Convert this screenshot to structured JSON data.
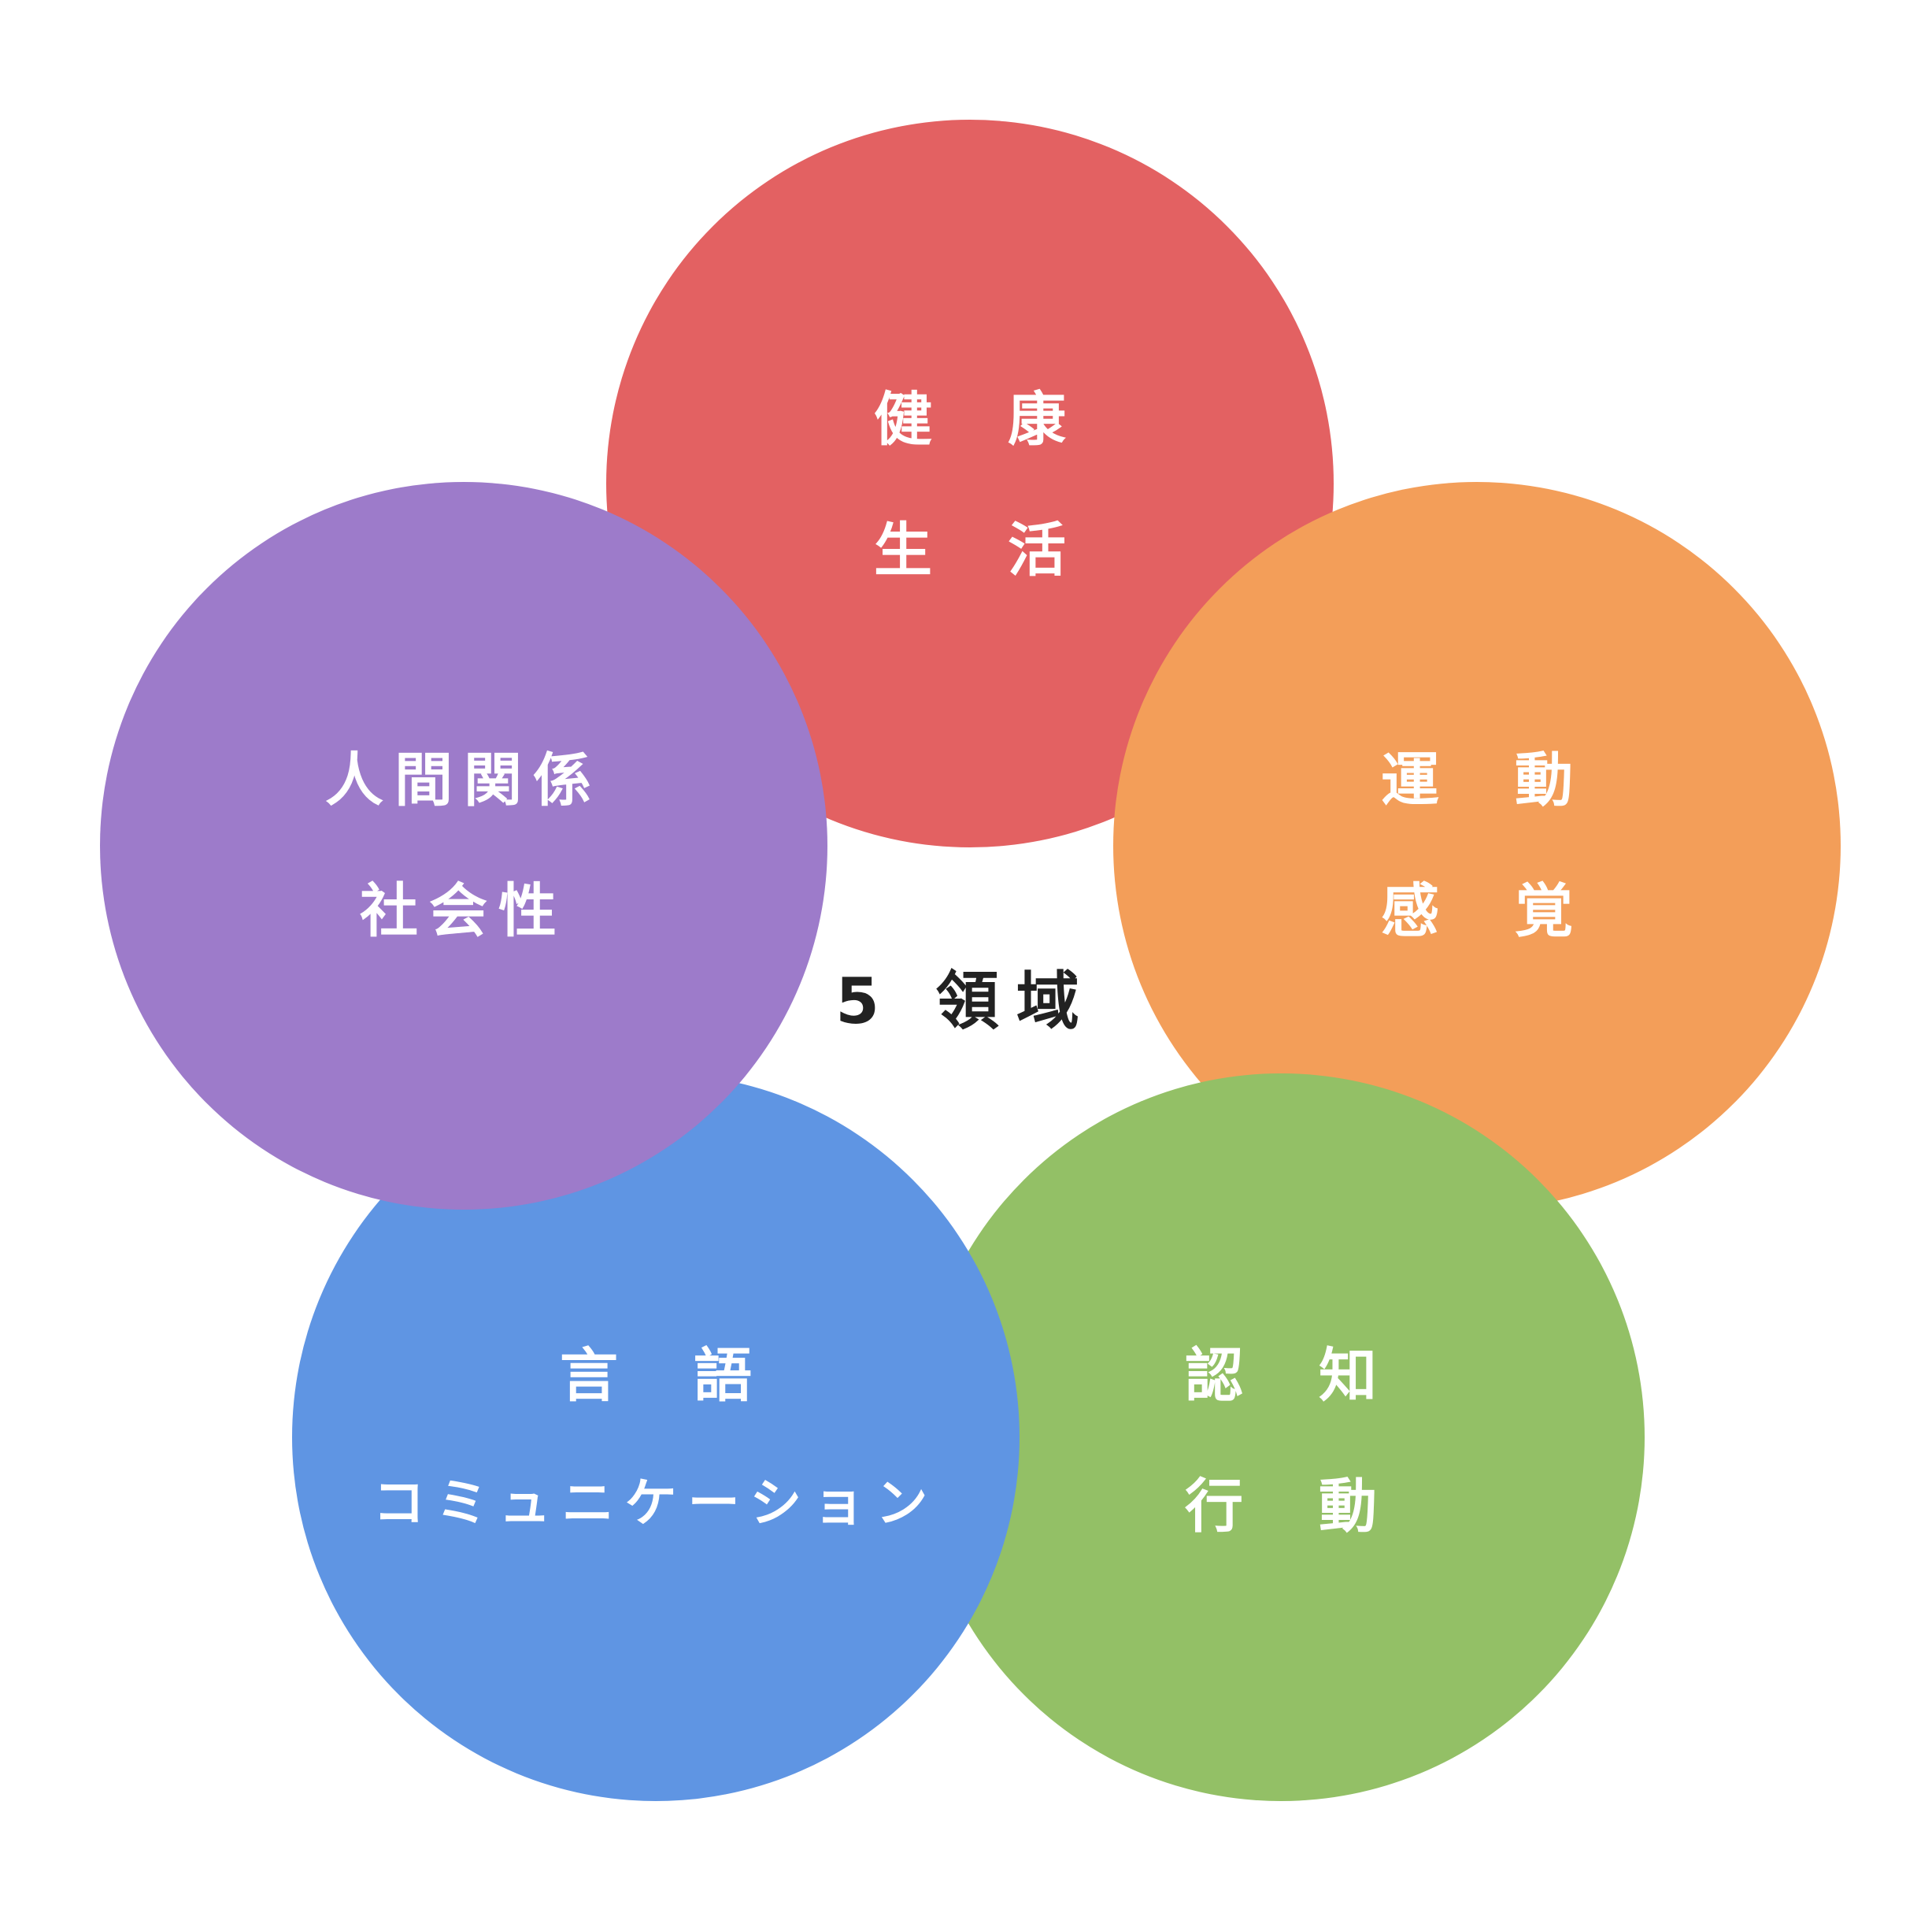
{
  "diagram": {
    "center_title": "5 領域",
    "domains": [
      {
        "id": "health",
        "color": "#e36162",
        "line1": "健康",
        "line2": "生活"
      },
      {
        "id": "motor",
        "color": "#f39e59",
        "line1": "運動",
        "line2": "感覚"
      },
      {
        "id": "cognition",
        "color": "#93c066",
        "line1": "認知",
        "line2": "行動"
      },
      {
        "id": "language",
        "color": "#5f95e3",
        "line1": "言語",
        "line2": "コミュニケーション"
      },
      {
        "id": "social",
        "color": "#9d7bca",
        "line1": "人間関係",
        "line2": "社会性"
      }
    ]
  }
}
